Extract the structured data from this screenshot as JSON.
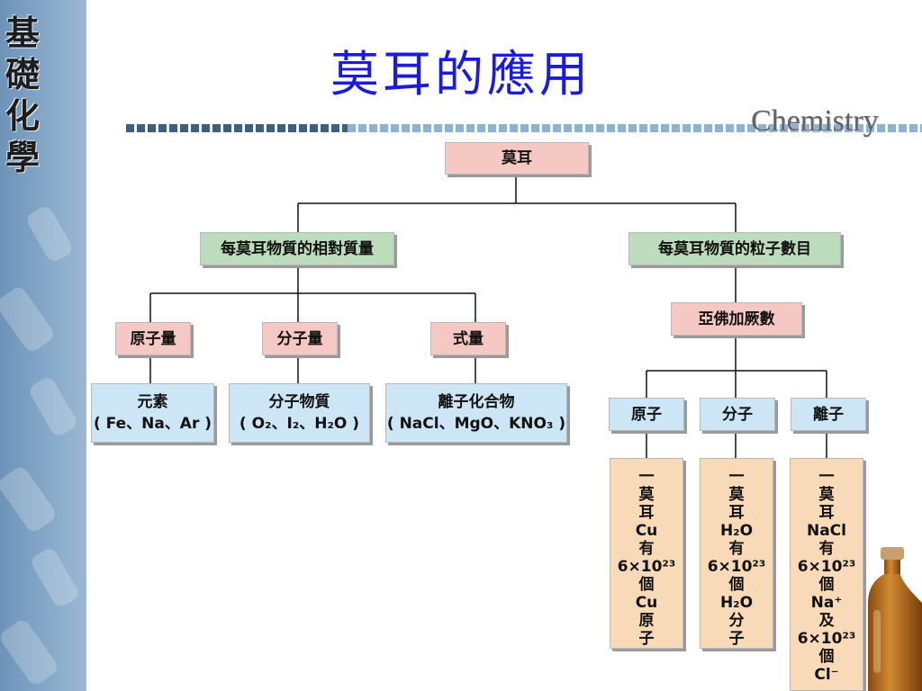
{
  "sidebar": {
    "title_chars": [
      "基",
      "礎",
      "化",
      "學"
    ]
  },
  "header": {
    "title": "莫耳的應用",
    "subject": "Chemistry"
  },
  "colors": {
    "title": "#1a1ae0",
    "pink_box": "#f5c8c4",
    "green_box": "#bcdcbc",
    "blue_box": "#cde6f5",
    "orange_box": "#f8d9b8"
  },
  "diagram": {
    "root": "莫耳",
    "left_branch": "每莫耳物質的相對質量",
    "right_branch": "每莫耳物質的粒子數目",
    "mass_types": [
      "原子量",
      "分子量",
      "式量"
    ],
    "substances": [
      {
        "name": "元素",
        "examples": "( Fe、Na、Ar )"
      },
      {
        "name": "分子物質",
        "examples": "( O₂、I₂、H₂O )"
      },
      {
        "name": "離子化合物",
        "examples": "( NaCl、MgO、KNO₃ )"
      }
    ],
    "avogadro": "亞佛加厥數",
    "particle_types": [
      "原子",
      "分子",
      "離子"
    ],
    "examples": [
      [
        "一",
        "莫",
        "耳",
        "Cu",
        "有",
        "6×10²³",
        "個",
        "Cu",
        "原",
        "子"
      ],
      [
        "一",
        "莫",
        "耳",
        "H₂O",
        "有",
        "6×10²³",
        "個",
        "H₂O",
        "分",
        "子"
      ],
      [
        "一",
        "莫",
        "耳",
        "NaCl",
        "有",
        "6×10²³",
        "個",
        "Na⁺",
        "及",
        "6×10²³",
        "個",
        "Cl⁻"
      ]
    ]
  }
}
